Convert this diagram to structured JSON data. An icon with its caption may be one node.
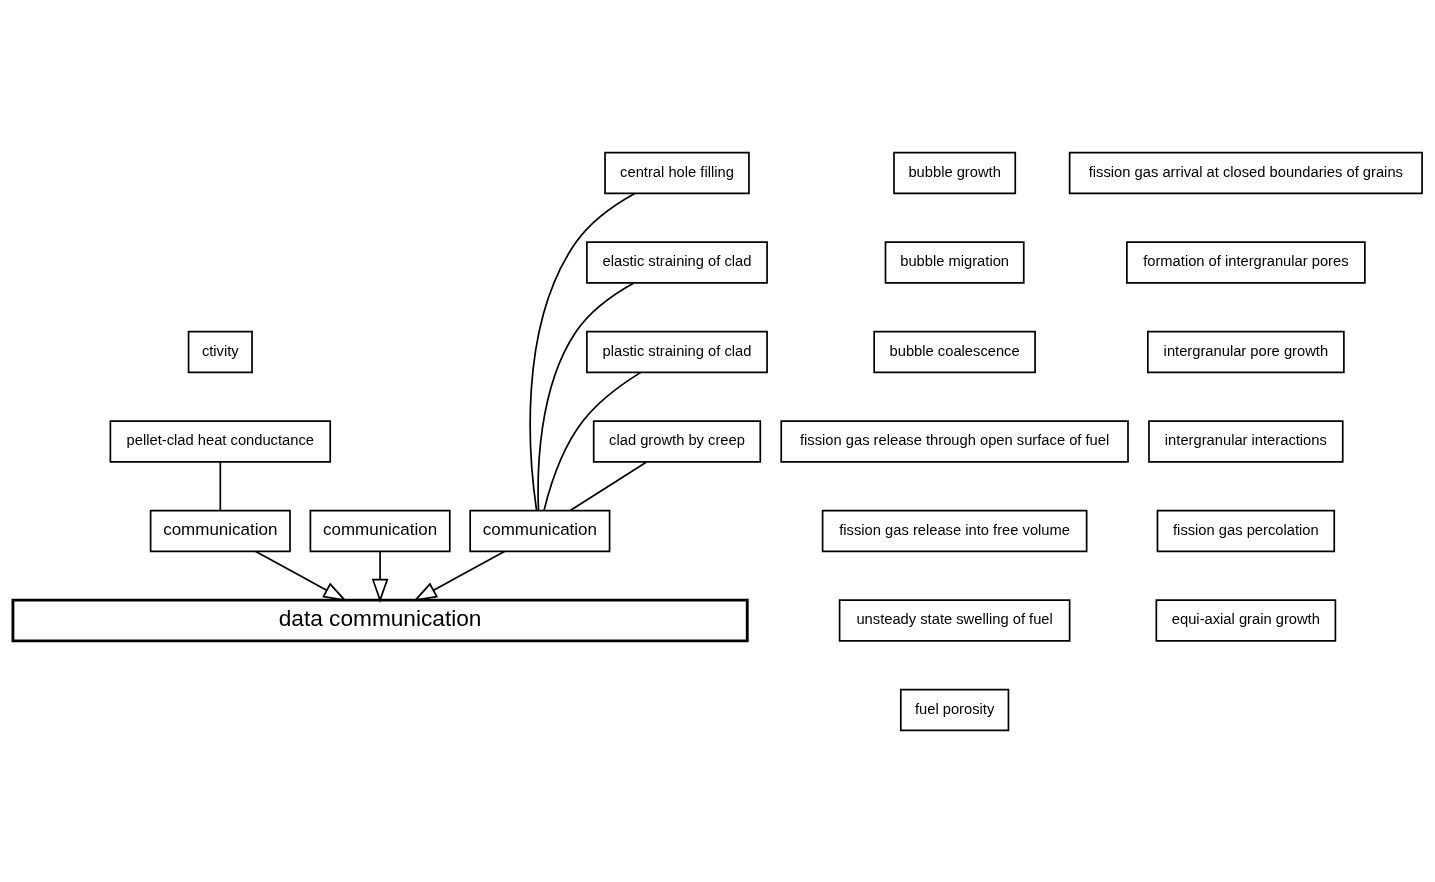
{
  "diagram": {
    "nodes": [
      {
        "text": [
          "communication"
        ]
      },
      {
        "text": [
          "communication"
        ]
      },
      {
        "text": [
          "communication"
        ]
      },
      {
        "text": [
          "data communication"
        ]
      },
      {
        "text": [
          "central hole filling"
        ]
      },
      {
        "text": [
          "elastic straining of clad"
        ]
      },
      {
        "text": [
          "plastic straining of clad"
        ]
      },
      {
        "text": [
          "clad growth by creep"
        ]
      },
      {
        "text": [
          "ctivity"
        ]
      },
      {
        "text": [
          "pellet-clad heat conductance"
        ]
      },
      {
        "text": [
          "bubble growth"
        ]
      },
      {
        "text": [
          "bubble migration"
        ]
      },
      {
        "text": [
          "bubble coalescence"
        ]
      },
      {
        "text": [
          "fission gas release through open surface of fuel"
        ]
      },
      {
        "text": [
          "fission gas release into free volume"
        ]
      },
      {
        "text": [
          "unsteady state swelling of fuel"
        ]
      },
      {
        "text": [
          "fuel porosity"
        ]
      },
      {
        "text": [
          "fission gas arrival at closed boundaries of grains"
        ]
      },
      {
        "text": [
          "formation of intergranular pores"
        ]
      },
      {
        "text": [
          "intergranular pore growth"
        ]
      },
      {
        "text": [
          "intergranular interactions"
        ]
      },
      {
        "text": [
          "fission gas percolation"
        ]
      },
      {
        "text": [
          "equi-axial grain growth"
        ]
      }
    ],
    "edges": [
      {
        "from": 4,
        "to": 0,
        "arrow": "none"
      },
      {
        "from": 5,
        "to": 0,
        "arrow": "none"
      },
      {
        "from": 6,
        "to": 0,
        "arrow": "none"
      },
      {
        "from": 7,
        "to": 0,
        "arrow": "none"
      },
      {
        "from": 9,
        "to": 1,
        "arrow": "none"
      },
      {
        "from": 0,
        "to": 3,
        "arrow": "to"
      },
      {
        "from": 1,
        "to": 3,
        "arrow": "to"
      },
      {
        "from": 2,
        "to": 3,
        "arrow": "to"
      }
    ]
  }
}
